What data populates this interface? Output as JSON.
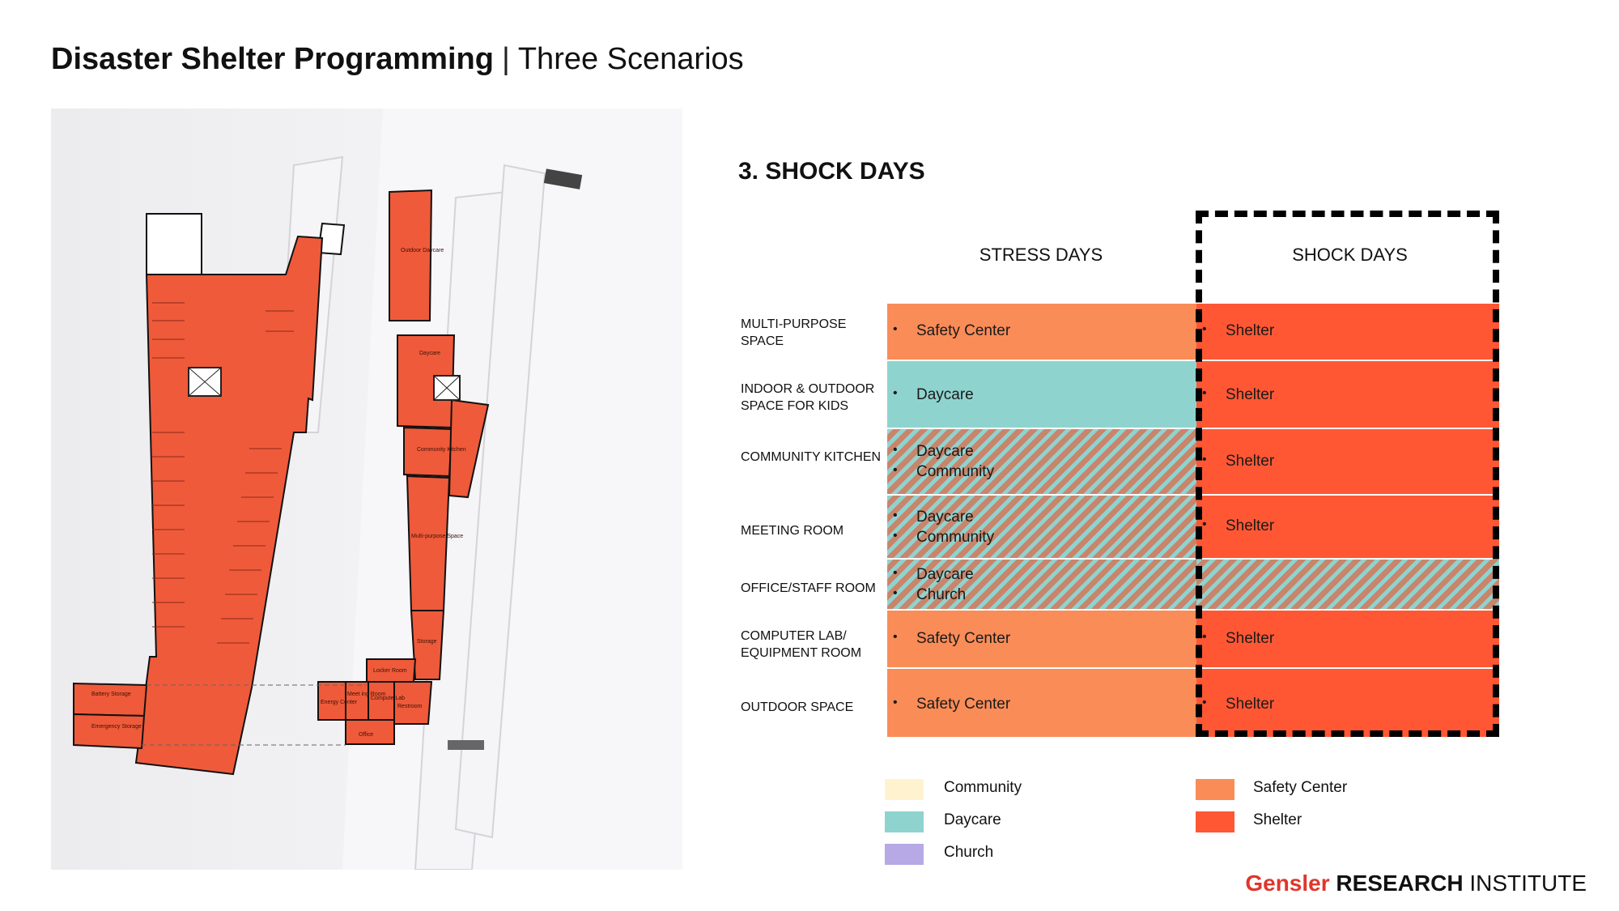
{
  "header": {
    "title_bold": "Disaster Shelter Programming",
    "separator": "|",
    "title_light": "Three Scenarios"
  },
  "plan": {
    "labels": {
      "outdoor_daycare": "Outdoor Daycare",
      "daycare": "Daycare",
      "community_kitchen": "Community Kitchen",
      "multipurpose": "Multi-purpose Space",
      "storage": "Storage",
      "locker": "Locker Room",
      "battery": "Battery Storage",
      "emergency": "Emergency Storage",
      "energy": "Energy Center",
      "meeting": "Meet ing Room",
      "computer": "Compute Lab",
      "restroom": "Restroom",
      "office": "Office"
    }
  },
  "scenario": {
    "heading": "3. SHOCK DAYS",
    "col_stress": "STRESS DAYS",
    "col_shock": "SHOCK DAYS"
  },
  "rows": [
    {
      "label": "MULTI-PURPOSE SPACE",
      "stress": [
        "Safety Center"
      ],
      "shock": [
        "Shelter"
      ]
    },
    {
      "label": "INDOOR & OUTDOOR SPACE FOR KIDS",
      "stress": [
        "Daycare"
      ],
      "shock": [
        "Shelter"
      ]
    },
    {
      "label": "COMMUNITY KITCHEN",
      "stress": [
        "Daycare",
        "Community"
      ],
      "shock": [
        "Shelter"
      ]
    },
    {
      "label": "MEETING ROOM",
      "stress": [
        "Daycare",
        "Community"
      ],
      "shock": [
        "Shelter"
      ]
    },
    {
      "label": "OFFICE/STAFF ROOM",
      "stress": [
        "Daycare",
        "Church"
      ],
      "shock": []
    },
    {
      "label": "COMPUTER LAB/ EQUIPMENT ROOM",
      "stress": [
        "Safety Center"
      ],
      "shock": [
        "Shelter"
      ]
    },
    {
      "label": "OUTDOOR SPACE",
      "stress": [
        "Safety Center"
      ],
      "shock": [
        "Shelter"
      ]
    }
  ],
  "legend": {
    "community": "Community",
    "daycare": "Daycare",
    "church": "Church",
    "safety": "Safety Center",
    "shelter": "Shelter"
  },
  "colors": {
    "shelter": "#ff5734",
    "safety_center": "#fa8c58",
    "daycare": "#8fd3cf",
    "community": "#fff3cf",
    "church": "#b6a9e6",
    "brand_red": "#e0362c"
  },
  "brand": {
    "gensler": "Gensler",
    "research": "RESEARCH",
    "institute": "INSTITUTE"
  }
}
